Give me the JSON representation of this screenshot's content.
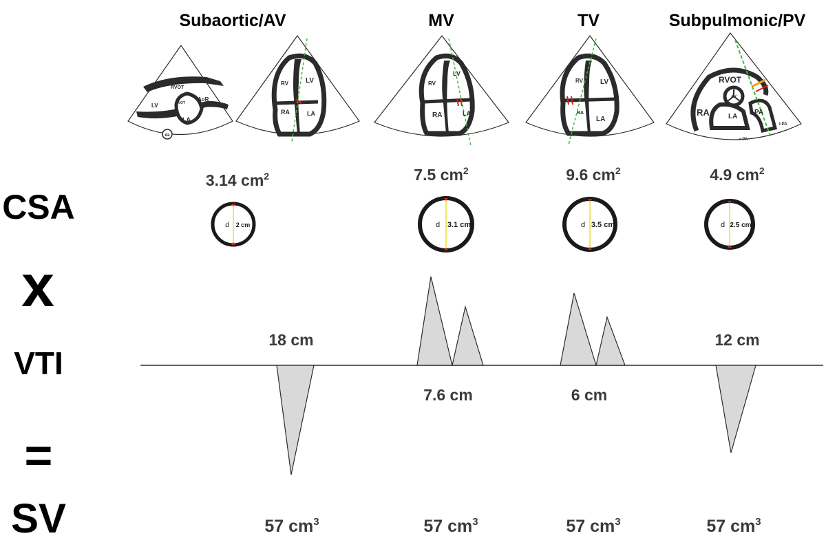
{
  "columns": [
    {
      "title": "Subaortic/AV",
      "csa": "3.14 cm",
      "diameter": "2 cm",
      "vti": "18 cm",
      "sv": "57 cm"
    },
    {
      "title": "MV",
      "csa": "7.5 cm",
      "diameter": "3.1 cm",
      "vti": "7.6 cm",
      "sv": "57 cm"
    },
    {
      "title": "TV",
      "csa": "9.6 cm",
      "diameter": "3.5 cm",
      "vti": "6 cm",
      "sv": "57 cm"
    },
    {
      "title": "Subpulmonic/PV",
      "csa": "4.9 cm",
      "diameter": "2.5 cm",
      "vti": "12 cm",
      "sv": "57 cm"
    }
  ],
  "units": {
    "area_exp": "2",
    "volume_exp": "3"
  },
  "row_labels": {
    "csa": "CSA",
    "times": "x",
    "vti": "VTI",
    "equals": "=",
    "sv": "SV"
  },
  "diameter_symbol": "d",
  "echo_views": {
    "plax": {
      "rvot": "RVOT",
      "lv": "LV",
      "lvot": "LVOT",
      "aor": "AoR",
      "la": "LA",
      "da": "da"
    },
    "a5c": {
      "rv": "RV",
      "lv": "LV",
      "ra": "RA",
      "la": "LA"
    },
    "a4c_mv": {
      "lv": "LV",
      "rv": "RV",
      "ra": "RA",
      "la": "LA"
    },
    "a4c_tv": {
      "rv": "RV",
      "lv": "LV",
      "ra": "RA",
      "la": "LA"
    },
    "psax": {
      "rvot": "RVOT",
      "av": "AV",
      "ra": "RA",
      "la": "LA",
      "pa": "PA",
      "lpa": "l-PA",
      "rpa": "r-PA"
    }
  },
  "colors": {
    "stroke": "#2b2b2b",
    "fill": "#d9d9d9",
    "beam": "#3dbb3d",
    "marker": "#d62020",
    "diameter_line": "#f0e020",
    "text": "#3a3a3a"
  }
}
